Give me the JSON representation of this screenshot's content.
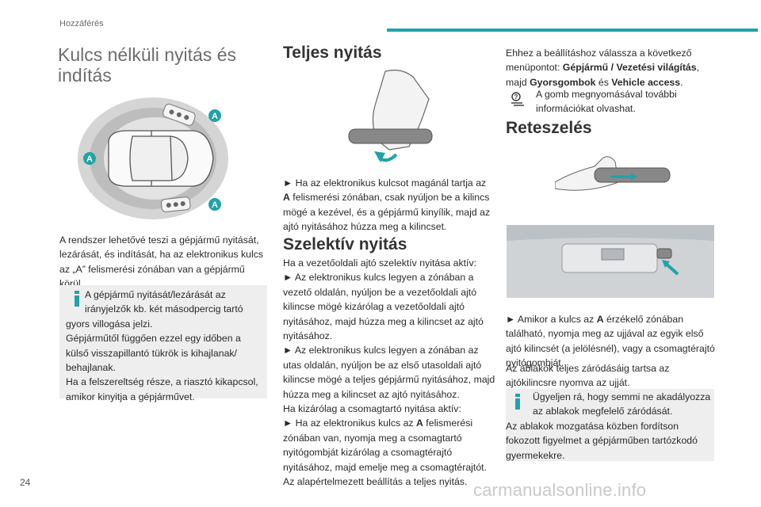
{
  "header": {
    "section": "Hozzáférés"
  },
  "col1": {
    "title_lines": [
      "Kulcs nélküli nyitás és",
      "indítás"
    ],
    "diagram_badges": [
      "A",
      "A",
      "A"
    ],
    "intro_lines": [
      "A rendszer lehetővé teszi a gépjármű nyitását,",
      "lezárását, és indítását, ha az elektronikus kulcs",
      "az „A” felismerési zónában van a gépjármű",
      "körül."
    ],
    "info_lines": [
      "A gépjármű nyitását/lezárását az",
      "irányjelzők kb. két másodpercig tartó",
      "gyors villogása jelzi.",
      "Gépjárműtől függően ezzel egy időben a",
      "külső visszapillantó tükrök is kihajlanak/",
      "behajlanak.",
      "Ha a felszereltség része, a riasztó kikapcsol,",
      "amikor kinyitja a gépjárművet."
    ]
  },
  "col2": {
    "h_full": "Teljes nyitás",
    "full_lines": [
      "► Ha az elektronikus kulcsot magánál tartja az",
      "{A} felismerési zónában, csak nyúljon be a kilincs",
      "mögé a kezével, és a gépjármű kinyílik, majd az",
      "ajtó nyitásához húzza meg a kilincset."
    ],
    "h_selective": "Szelektív nyitás",
    "selective_lines": [
      "Ha a vezetőoldali ajtó szelektív nyitása aktív:",
      "► Az elektronikus kulcs legyen a zónában a",
      "vezető oldalán, nyúljon be a vezetőoldali ajtó",
      "kilincse mögé kizárólag a vezetőoldali ajtó",
      "nyitásához, majd húzza meg a kilincset az ajtó",
      "nyitásához.",
      "► Az elektronikus kulcs legyen a zónában az",
      "utas oldalán, nyúljon be az első utasoldali ajtó",
      "kilincse mögé a teljes gépjármű nyitásához, majd",
      "húzza meg a kilincset az ajtó nyitásához.",
      "Ha kizárólag a csomagtartó nyitása aktív:",
      "► Ha az elektronikus kulcs az {A} felismerési",
      "zónában van, nyomja meg a csomagtartó",
      "nyitógombját kizárólag a csomagtérajtó",
      "nyitásához, majd emelje meg a csomagtérajtót.",
      "Az alapértelmezett beállítás a teljes nyitás."
    ]
  },
  "col3": {
    "settings_lines": [
      "Ehhez a beállításhoz válassza a következő",
      "menüpontot: {Gépjármű / Vezetési világítás},",
      "majd {Gyorsgombok} és {Vehicle access}."
    ],
    "help_lines": [
      "A gomb megnyomásával további",
      "információkat olvashat."
    ],
    "h_lock": "Reteszelés",
    "lock_lines": [
      "► Amikor a kulcs az {A} érzékelő zónában",
      "található, nyomja meg az ujjával az egyik első",
      "ajtó kilincsét (a jelölésnél), vagy a csomagtérajtó",
      "nyitógombját."
    ],
    "windows_lines": [
      "Az ablakok teljes záródásáig tartsa az",
      "ajtókilincsre nyomva az ujját."
    ],
    "info_lines": [
      "Ügyeljen rá, hogy semmi ne akadályozza",
      "az ablakok megfelelő záródását.",
      "Az ablakok mozgatása közben fordítson",
      "fokozott figyelmet a gépjárműben tartózkodó",
      "gyermekekre."
    ]
  },
  "footer": {
    "page_number": "24",
    "watermark": "carmanualsonline.info"
  },
  "colors": {
    "accent": "#1fa3a8",
    "info_bg": "#eeeeee",
    "title_gray": "#6d6d6d"
  }
}
